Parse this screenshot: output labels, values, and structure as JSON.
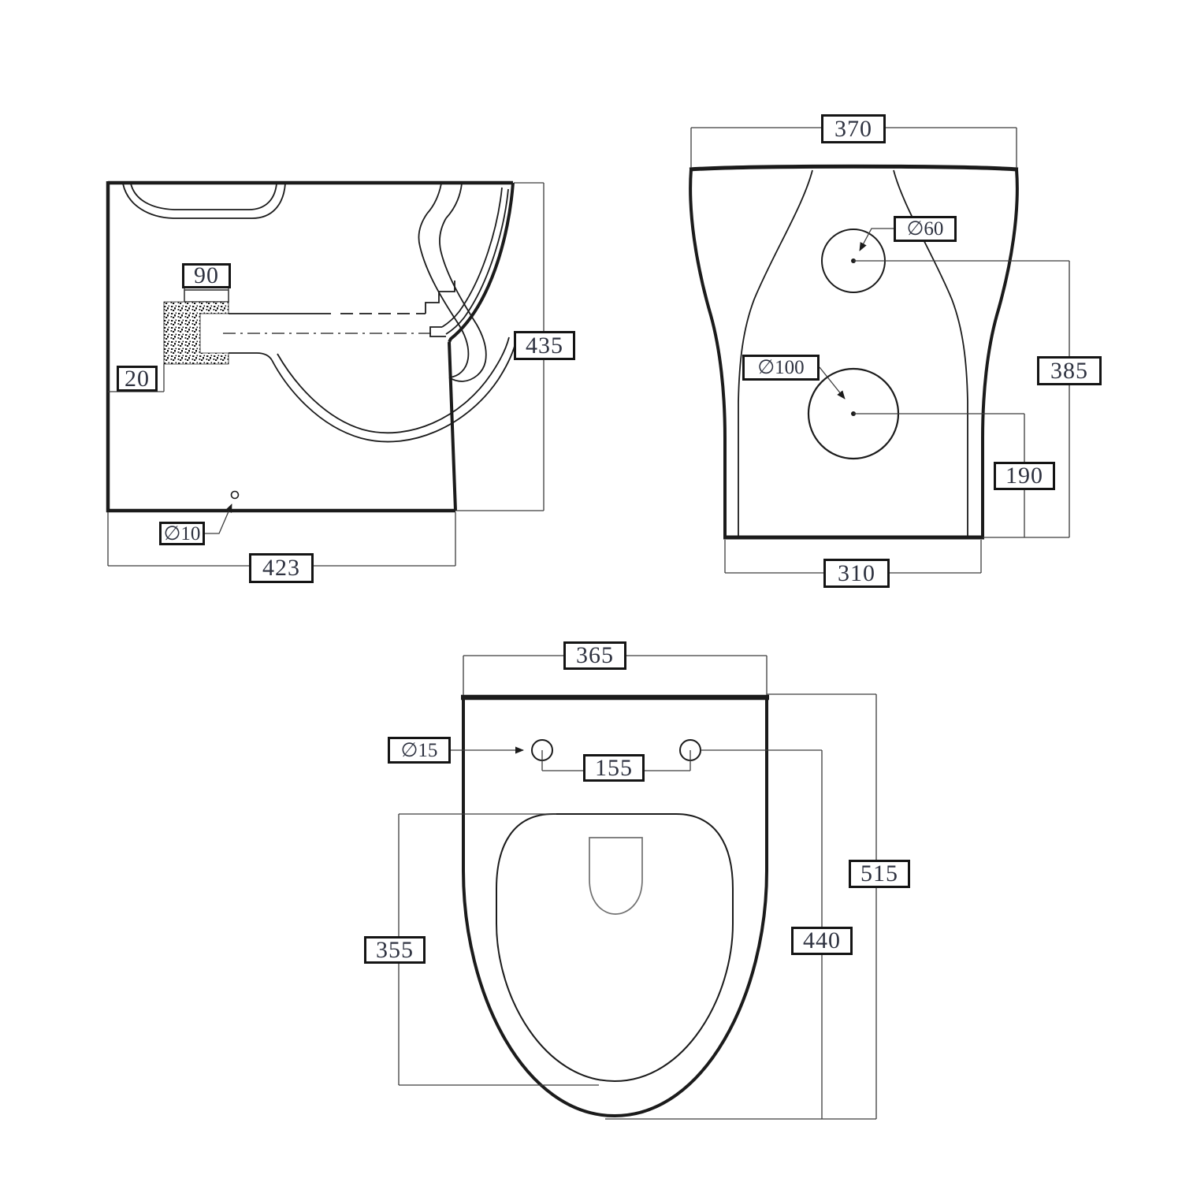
{
  "drawing": {
    "type": "toilet-dimension-technical-drawing",
    "units_hint": "mm"
  },
  "colors": {
    "ink": "#1b1b1b",
    "dimension_line": "#3c3c3c",
    "label_text": "#2e3240",
    "background": "#ffffff"
  },
  "side_view": {
    "labels": {
      "spigot_width": "90",
      "wall_offset": "20",
      "height": "435",
      "depth": "423",
      "fixing_hole_diameter": "∅10"
    }
  },
  "rear_view": {
    "labels": {
      "top_width": "370",
      "upper_hole_diameter": "∅60",
      "lower_hole_diameter": "∅100",
      "upper_hole_height": "385",
      "lower_hole_height": "190",
      "base_width": "310"
    }
  },
  "plan_view": {
    "labels": {
      "top_width": "365",
      "seat_hole_diameter": "∅15",
      "hole_spacing": "155",
      "inner_length": "355",
      "overall_length": "515",
      "bowl_length": "440"
    }
  }
}
